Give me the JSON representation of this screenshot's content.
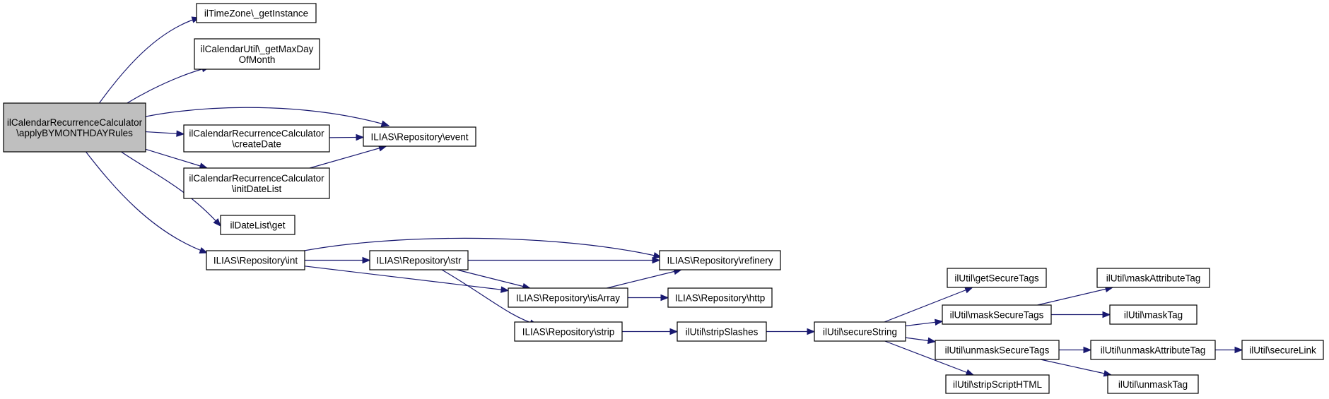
{
  "graph": {
    "nodes": [
      {
        "id": "root",
        "lines": [
          "ilCalendarRecurrenceCalculator",
          "\\applyBYMONTHDAYRules"
        ],
        "root": true
      },
      {
        "id": "timezone",
        "lines": [
          "ilTimeZone\\_getInstance"
        ]
      },
      {
        "id": "maxday",
        "lines": [
          "ilCalendarUtil\\_getMaxDay",
          "OfMonth"
        ]
      },
      {
        "id": "createdate",
        "lines": [
          "ilCalendarRecurrenceCalculator",
          "\\createDate"
        ]
      },
      {
        "id": "event",
        "lines": [
          "ILIAS\\Repository\\event"
        ]
      },
      {
        "id": "initdatelist",
        "lines": [
          "ilCalendarRecurrenceCalculator",
          "\\initDateList"
        ]
      },
      {
        "id": "datelistget",
        "lines": [
          "ilDateList\\get"
        ]
      },
      {
        "id": "int",
        "lines": [
          "ILIAS\\Repository\\int"
        ]
      },
      {
        "id": "str",
        "lines": [
          "ILIAS\\Repository\\str"
        ]
      },
      {
        "id": "refinery",
        "lines": [
          "ILIAS\\Repository\\refinery"
        ]
      },
      {
        "id": "isarray",
        "lines": [
          "ILIAS\\Repository\\isArray"
        ]
      },
      {
        "id": "http",
        "lines": [
          "ILIAS\\Repository\\http"
        ]
      },
      {
        "id": "strip",
        "lines": [
          "ILIAS\\Repository\\strip"
        ]
      },
      {
        "id": "stripslashes",
        "lines": [
          "ilUtil\\stripSlashes"
        ]
      },
      {
        "id": "securestring",
        "lines": [
          "ilUtil\\secureString"
        ]
      },
      {
        "id": "getsecuretags",
        "lines": [
          "ilUtil\\getSecureTags"
        ]
      },
      {
        "id": "masksecuretags",
        "lines": [
          "ilUtil\\maskSecureTags"
        ]
      },
      {
        "id": "unmasksecuretags",
        "lines": [
          "ilUtil\\unmaskSecureTags"
        ]
      },
      {
        "id": "stripscripthtml",
        "lines": [
          "ilUtil\\stripScriptHTML"
        ]
      },
      {
        "id": "maskattributetag",
        "lines": [
          "ilUtil\\maskAttributeTag"
        ]
      },
      {
        "id": "masktag",
        "lines": [
          "ilUtil\\maskTag"
        ]
      },
      {
        "id": "unmaskattributetag",
        "lines": [
          "ilUtil\\unmaskAttributeTag"
        ]
      },
      {
        "id": "unmasktag",
        "lines": [
          "ilUtil\\unmaskTag"
        ]
      },
      {
        "id": "securelink",
        "lines": [
          "ilUtil\\secureLink"
        ]
      }
    ],
    "edges": [
      {
        "from": "root",
        "to": "timezone"
      },
      {
        "from": "root",
        "to": "maxday"
      },
      {
        "from": "root",
        "to": "event"
      },
      {
        "from": "root",
        "to": "createdate"
      },
      {
        "from": "root",
        "to": "initdatelist"
      },
      {
        "from": "root",
        "to": "datelistget"
      },
      {
        "from": "root",
        "to": "int"
      },
      {
        "from": "createdate",
        "to": "event"
      },
      {
        "from": "initdatelist",
        "to": "event"
      },
      {
        "from": "int",
        "to": "refinery"
      },
      {
        "from": "int",
        "to": "str"
      },
      {
        "from": "int",
        "to": "isarray"
      },
      {
        "from": "str",
        "to": "refinery"
      },
      {
        "from": "str",
        "to": "isarray"
      },
      {
        "from": "str",
        "to": "strip"
      },
      {
        "from": "isarray",
        "to": "refinery"
      },
      {
        "from": "isarray",
        "to": "http"
      },
      {
        "from": "strip",
        "to": "stripslashes"
      },
      {
        "from": "stripslashes",
        "to": "securestring"
      },
      {
        "from": "securestring",
        "to": "getsecuretags"
      },
      {
        "from": "securestring",
        "to": "masksecuretags"
      },
      {
        "from": "securestring",
        "to": "unmasksecuretags"
      },
      {
        "from": "securestring",
        "to": "stripscripthtml"
      },
      {
        "from": "masksecuretags",
        "to": "maskattributetag"
      },
      {
        "from": "masksecuretags",
        "to": "masktag"
      },
      {
        "from": "unmasksecuretags",
        "to": "unmaskattributetag"
      },
      {
        "from": "unmasksecuretags",
        "to": "unmasktag"
      },
      {
        "from": "unmaskattributetag",
        "to": "securelink"
      }
    ]
  },
  "colors": {
    "edge": "#191970",
    "node_border": "#000000",
    "root_fill": "#bfbfbf",
    "node_fill": "#ffffff"
  }
}
